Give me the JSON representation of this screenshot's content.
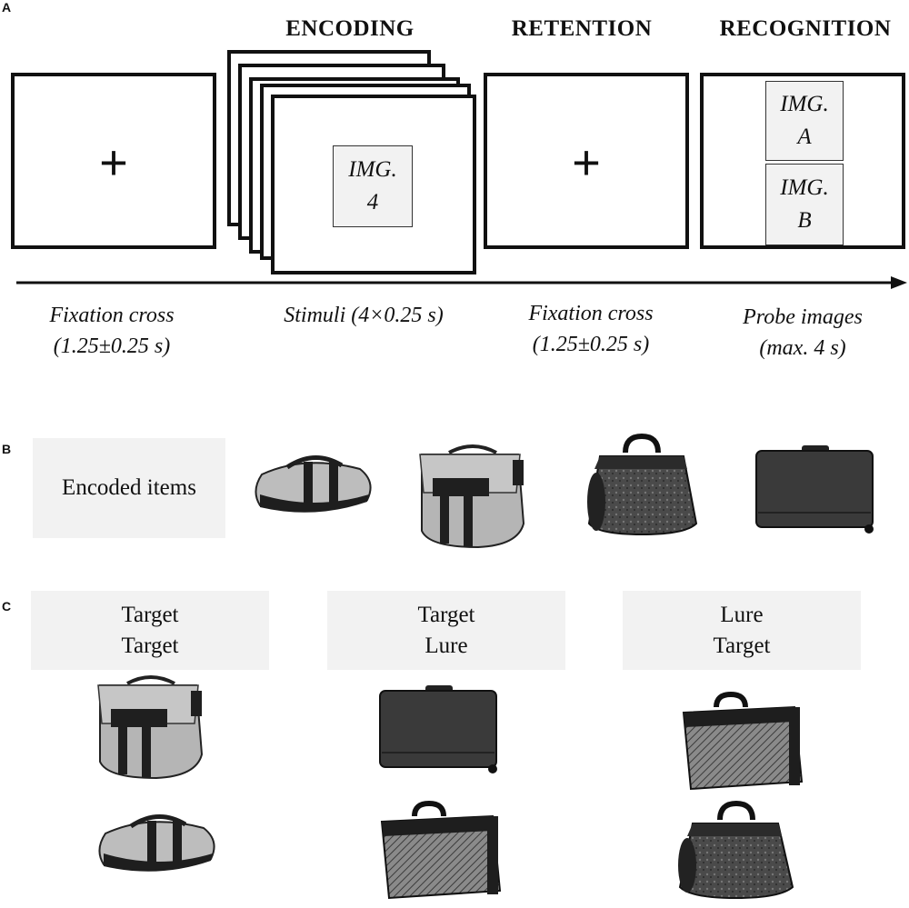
{
  "panels": {
    "a": "A",
    "b": "B",
    "c": "C"
  },
  "headings": {
    "encoding": "ENCODING",
    "retention": "RETENTION",
    "recognition": "RECOGNITION"
  },
  "screens": {
    "fixation_symbol": "+",
    "stimulus": {
      "line1": "IMG.",
      "line2": "4"
    },
    "probe_a": {
      "line1": "IMG.",
      "line2": "A"
    },
    "probe_b": {
      "line1": "IMG.",
      "line2": "B"
    }
  },
  "captions": [
    {
      "line1": "Fixation cross",
      "line2": "(1.25±0.25 s)"
    },
    {
      "line1": "Stimuli (4×0.25 s)",
      "line2": ""
    },
    {
      "line1": "Fixation cross",
      "line2": "(1.25±0.25 s)"
    },
    {
      "line1": "Probe images",
      "line2": "(max. 4 s)"
    }
  ],
  "encoded_label": "Encoded items",
  "conditions": [
    {
      "line1": "Target",
      "line2": "Target"
    },
    {
      "line1": "Target",
      "line2": "Lure"
    },
    {
      "line1": "Lure",
      "line2": "Target"
    }
  ],
  "colors": {
    "frame": "#111111",
    "label_bg": "#f2f2f2",
    "timeline": "#111111"
  }
}
